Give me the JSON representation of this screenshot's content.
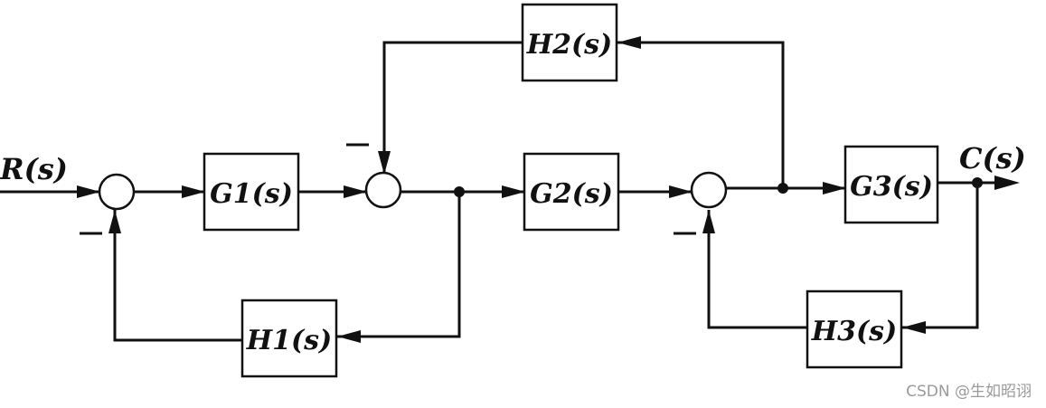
{
  "signals": {
    "input": "R(s)",
    "output": "C(s)"
  },
  "blocks": {
    "g1": "G1(s)",
    "g2": "G2(s)",
    "g3": "G3(s)",
    "h1": "H1(s)",
    "h2": "H2(s)",
    "h3": "H3(s)"
  },
  "signs": {
    "minus": "−"
  },
  "watermark": "CSDN @生如昭诩",
  "colors": {
    "line": "#111111",
    "background": "#ffffff",
    "watermark": "#9a9a9a"
  }
}
